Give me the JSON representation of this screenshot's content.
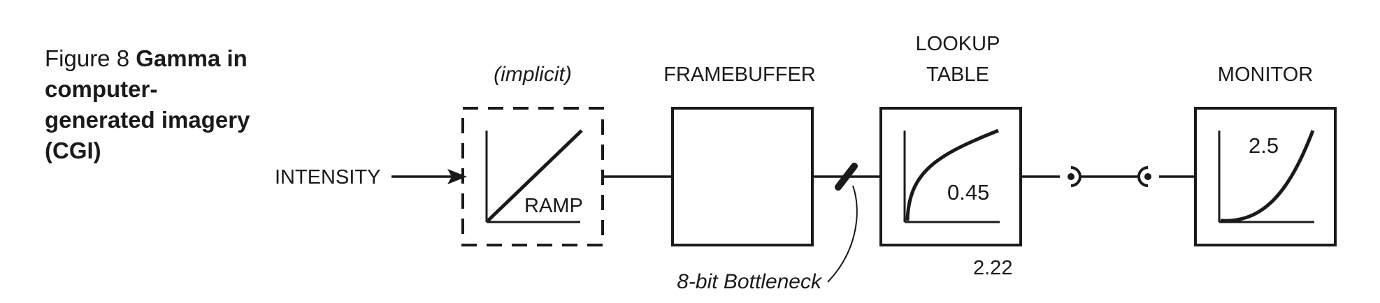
{
  "caption": {
    "figure_number": "Figure 8",
    "title": "Gamma in computer-generated imagery (CGI)"
  },
  "input": {
    "label": "INTENSITY"
  },
  "ramp": {
    "header": "(implicit)",
    "label": "RAMP"
  },
  "framebuffer": {
    "header": "FRAMEBUFFER"
  },
  "bottleneck": {
    "label": "8-bit Bottleneck"
  },
  "lookup_table": {
    "header_line1": "LOOKUP",
    "header_line2": "TABLE",
    "exponent": "0.45",
    "sub_value": "2.22"
  },
  "monitor": {
    "header": "MONITOR",
    "exponent": "2.5"
  }
}
